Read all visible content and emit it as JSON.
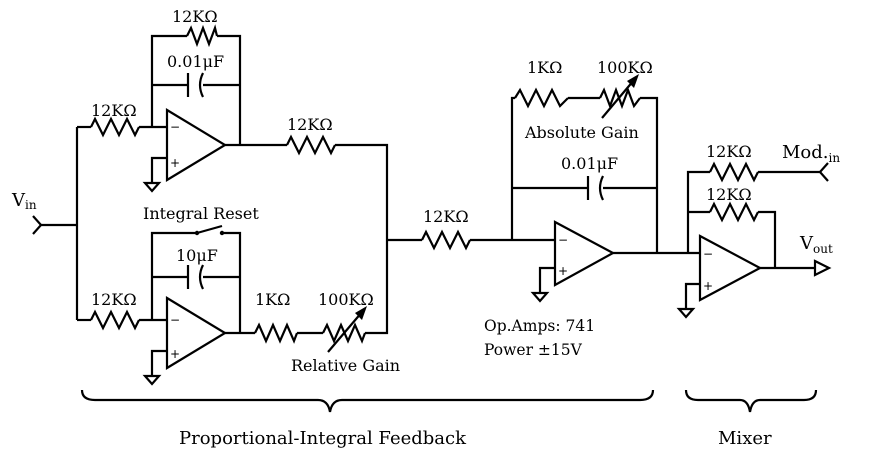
{
  "labels": {
    "r_top_feedback": "12KΩ",
    "c_top": "0.01μF",
    "r_top_input": "12KΩ",
    "r_top_output": "12KΩ",
    "vin_main": "V",
    "vin_sub": "in",
    "integral_reset": "Integral Reset",
    "c_bottom": "10μF",
    "r_bottom_input": "12KΩ",
    "r_bottom_1k": "1KΩ",
    "r_bottom_100k": "100KΩ",
    "relative_gain": "Relative Gain",
    "r_mid": "12KΩ",
    "r_abs_1k": "1KΩ",
    "r_abs_100k": "100KΩ",
    "absolute_gain": "Absolute Gain",
    "c_abs": "0.01μF",
    "opamps": "Op.Amps: 741",
    "power": "Power ±15V",
    "r_mixer_mod": "12KΩ",
    "r_mixer_fb": "12KΩ",
    "mod_main": "Mod.",
    "mod_sub": "in",
    "vout_main": "V",
    "vout_sub": "out",
    "pi_feedback": "Proportional-Integral Feedback",
    "mixer": "Mixer"
  },
  "pins": {
    "minus": "−",
    "plus": "+"
  }
}
